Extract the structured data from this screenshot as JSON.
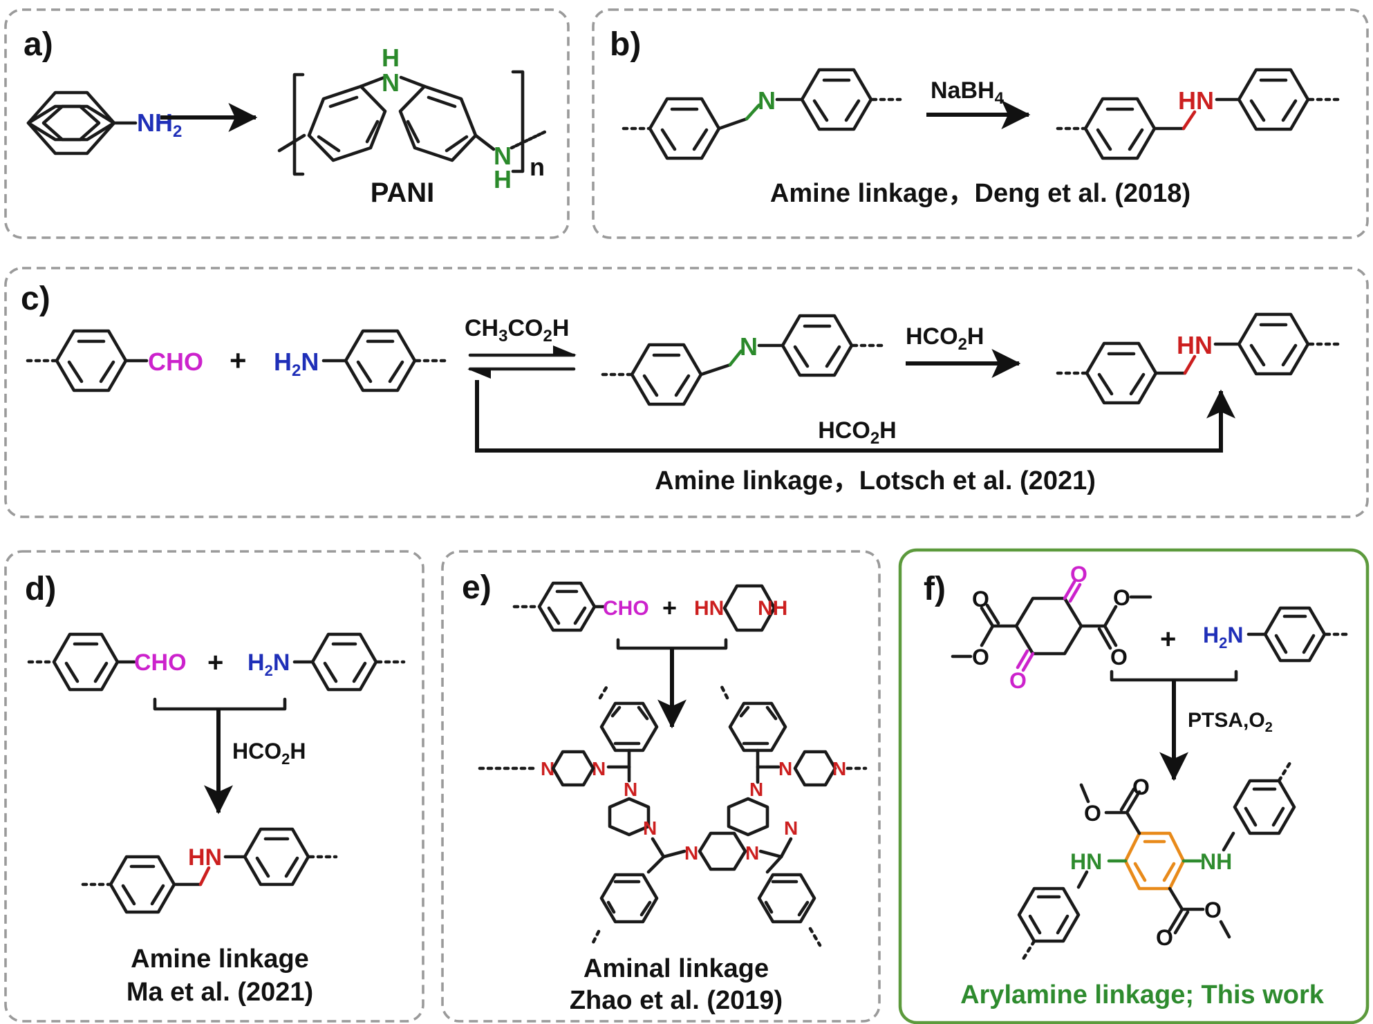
{
  "colors": {
    "amine_green": "#2b8a2b",
    "amine_red": "#cc1f1f",
    "amino_blue": "#1f2fb8",
    "aldehyde_magenta": "#cc22cc",
    "ring_orange": "#e88a1a",
    "caption_green": "#2e8b2e",
    "panel_border": "#9a9a9a",
    "panel_border_highlight": "#5c9a3c"
  },
  "panels": {
    "a": {
      "label": "a)",
      "nh2": "NH2",
      "nh_top_h": "H",
      "nh_top_n": "N",
      "nh_end_n": "N",
      "nh_end_h": "H",
      "repeat_n": "n",
      "polymer_name": "PANI"
    },
    "b": {
      "label": "b)",
      "imine_n": "N",
      "reagent": "NaBH4",
      "amine_hn": "HN",
      "caption": "Amine linkage，Deng et al. (2018)"
    },
    "c": {
      "label": "c)",
      "cho": "CHO",
      "plus": "+",
      "h2n": "H2N",
      "reagent_equilibrium": "CH3CO2H",
      "imine_n": "N",
      "reagent_reduction": "HCO2H",
      "amine_hn": "HN",
      "reagent_direct": "HCO2H",
      "caption": "Amine linkage，Lotsch et al. (2021)"
    },
    "d": {
      "label": "d)",
      "cho": "CHO",
      "plus": "+",
      "h2n": "H2N",
      "reagent": "HCO2H",
      "amine_hn": "HN",
      "caption_line1": "Amine linkage",
      "caption_line2": "Ma et al. (2021)"
    },
    "e": {
      "label": "e)",
      "cho": "CHO",
      "plus": "+",
      "pip_hn": "HN",
      "pip_nh": "NH",
      "n": "N",
      "caption_line1": "Aminal linkage",
      "caption_line2": "Zhao et al. (2019)"
    },
    "f": {
      "label": "f)",
      "o": "O",
      "plus": "+",
      "h2n": "H2N",
      "reagent": "PTSA,O2",
      "hn": "HN",
      "nh": "NH",
      "caption": "Arylamine linkage; This work"
    }
  }
}
